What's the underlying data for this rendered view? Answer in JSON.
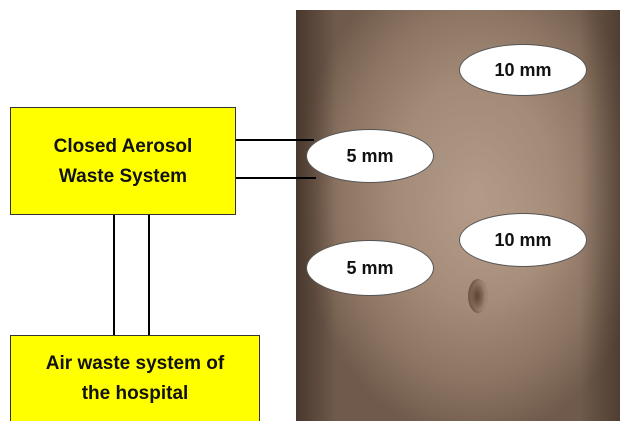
{
  "diagram": {
    "aerosol_box": {
      "label": "Closed Aerosol\nWaste System",
      "color": "#ffff00"
    },
    "hospital_box": {
      "label": "Air waste system of\nthe hospital",
      "color": "#ffff00"
    },
    "ports": [
      {
        "label": "10 mm"
      },
      {
        "label": "5 mm"
      },
      {
        "label": "10 mm"
      },
      {
        "label": "5 mm"
      }
    ]
  }
}
